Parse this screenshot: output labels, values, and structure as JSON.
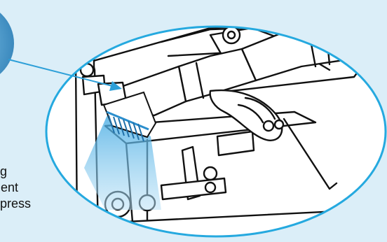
{
  "colors": {
    "panel_bg": "#dbeef8",
    "ellipse_stroke": "#25a9df",
    "spray": "#7fc8ee",
    "pointer": "#2d9fd8",
    "line_art": "#111111"
  },
  "callout": {
    "lines": [
      "g",
      "ent",
      " press"
    ]
  }
}
